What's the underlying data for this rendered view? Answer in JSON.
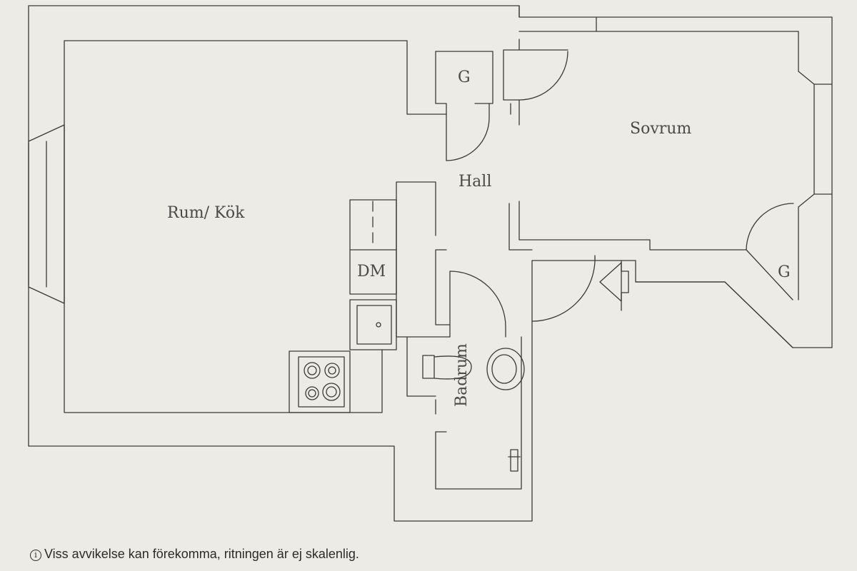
{
  "rooms": {
    "rum_kok": "Rum/ Kök",
    "sovrum": "Sovrum",
    "hall": "Hall",
    "badrum": "Badrum",
    "dm": "DM",
    "closet_g_hall": "G",
    "closet_g_sovrum": "G"
  },
  "disclaimer": {
    "icon": "info-icon",
    "icon_glyph": "i",
    "text": "Viss avvikelse kan förekomma, ritningen är ej skalenlig."
  },
  "colors": {
    "paper": "#ecebe6",
    "ink": "#3a3a3a"
  }
}
